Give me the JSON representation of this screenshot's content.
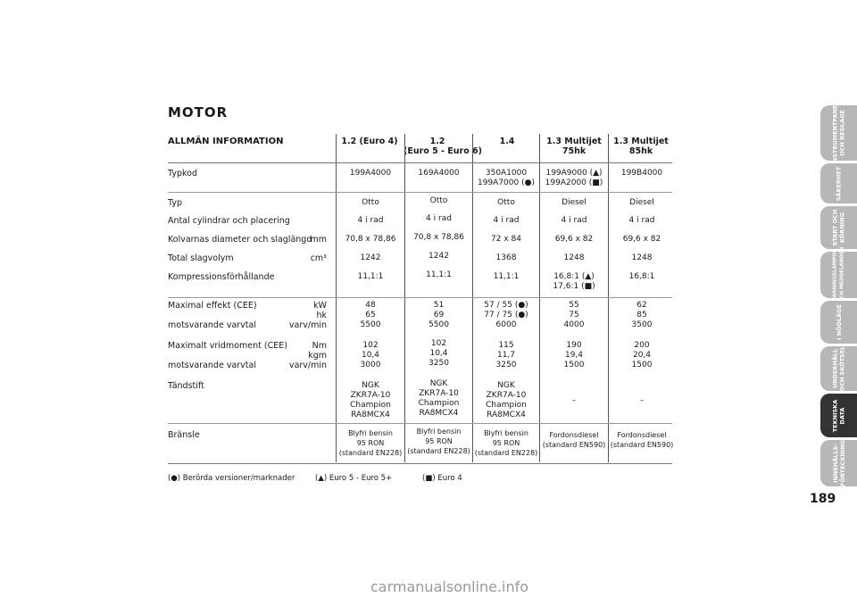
{
  "section_title": "MOTOR",
  "heading": "ALLMÄN INFORMATION",
  "columns": [
    "1.2 (Euro 4)",
    "1.2\n(Euro 5 - Euro 6)",
    "1.4",
    "1.3 Multijet\n75hk",
    "1.3 Multijet\n85hk"
  ],
  "rows": [
    {
      "label": "Typkod",
      "unit": "",
      "values": [
        "199A4000",
        "169A4000",
        "350A1000\n199A7000 (●)",
        "199A9000 (▲)\n199A2000 (■)",
        "199B4000"
      ]
    },
    {
      "label": "Typ",
      "unit": "",
      "values": [
        "Otto",
        "Otto",
        "Otto",
        "Diesel",
        "Diesel"
      ]
    },
    {
      "label": "Antal cylindrar och placering",
      "unit": "",
      "values": [
        "4 i rad",
        "4 i rad",
        "4 i rad",
        "4 i rad",
        "4 i rad"
      ]
    },
    {
      "label": "Kolvarnas diameter och slaglängd",
      "unit": "mm",
      "values": [
        "70,8 x 78,86",
        "70,8 x 78,86",
        "72 x 84",
        "69,6 x 82",
        "69,6 x 82"
      ]
    },
    {
      "label": "Total slagvolym",
      "unit": "cm³",
      "values": [
        "1242",
        "1242",
        "1368",
        "1248",
        "1248"
      ]
    },
    {
      "label": "Kompressionsförhållande",
      "unit": "",
      "values": [
        "11,1:1",
        "11,1:1",
        "11,1:1",
        "16,8:1 (▲)\n17,6:1 (■)",
        "16,8:1"
      ]
    },
    {
      "label": "Maximal effekt (CEE)\n\nmotsvarande varvtal",
      "unit": "kW\nhk\nvarv/min",
      "values": [
        "48\n65\n5500",
        "51\n69\n5500",
        "57 / 55 (●)\n77 / 75 (●)\n6000",
        "55\n75\n4000",
        "62\n85\n3500"
      ]
    },
    {
      "label": "Maximalt vridmoment (CEE)\n\nmotsvarande varvtal",
      "unit": "Nm\nkgm\nvarv/min",
      "values": [
        "102\n10,4\n3000",
        "102\n10,4\n3250",
        "115\n11,7\n3250",
        "190\n19,4\n1500",
        "200\n20,4\n1500"
      ]
    },
    {
      "label": "Tändstift",
      "unit": "",
      "values": [
        "NGK\nZKR7A-10\nChampion\nRA8MCX4",
        "NGK\nZKR7A-10\nChampion\nRA8MCX4",
        "NGK\nZKR7A-10\nChampion\nRA8MCX4",
        "–",
        "–"
      ]
    },
    {
      "label": "Bränsle",
      "unit": "",
      "values": [
        "Blyfri bensin\n95 RON\n(standard EN228)",
        "Blyfri bensin\n95 RON\n(standard EN228)",
        "Blyfri bensin\n95 RON\n(standard EN228)",
        "Fordonsdiesel\n(standard EN590)",
        "Fordonsdiesel\n(standard EN590)"
      ]
    }
  ],
  "footnotes": [
    "(●) Berörda versioner/marknader",
    "(▲)  Euro 5 - Euro 5+",
    "(■)  Euro 4"
  ],
  "tabs": [
    "INSTRUMENTPANEL\nOCH REGLAGE",
    "SÄKERHET",
    "START OCH\nKÖRNING",
    "VARNINGSLAMPOR\nOCH MEDDELANDEN",
    "I NÖDLÄGE",
    "UNDERHÅLL\nOCH SKÖTSEL",
    "TEKNISKA\nDATA",
    "INNEHÅLLS-\nFÖRTECKNING"
  ],
  "active_tab": "TEKNISKA\nDATA",
  "page_number": "189",
  "watermark": "carmanualsonline.info"
}
